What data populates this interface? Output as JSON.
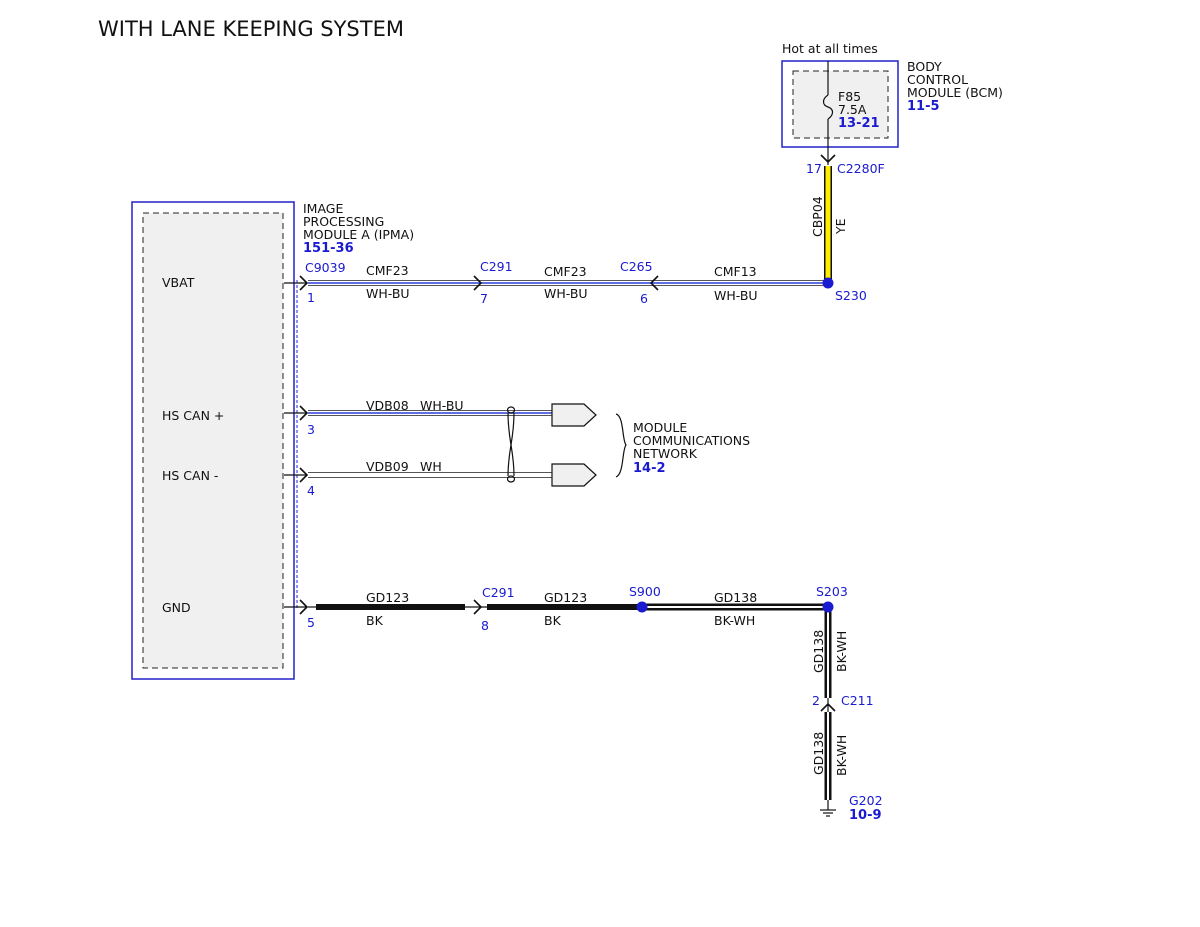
{
  "title": "WITH LANE KEEPING SYSTEM",
  "ipma": {
    "name_lines": [
      "IMAGE",
      "PROCESSING",
      "MODULE A (IPMA)"
    ],
    "ref": "151-36",
    "pins": [
      "VBAT",
      "HS CAN +",
      "HS CAN -",
      "GND"
    ]
  },
  "bcm": {
    "hot_label": "Hot at all times",
    "name_lines": [
      "BODY",
      "CONTROL",
      "MODULE (BCM)"
    ],
    "ref": "11-5",
    "fuse": "F85",
    "fuse_rating": "7.5A",
    "fuse_ref": "13-21",
    "pin": "17",
    "connector": "C2280F"
  },
  "vbat_circuit": {
    "connector": "C9039",
    "pin": "1",
    "seg1_circuit": "CMF23",
    "seg1_color": "WH-BU",
    "c291": "C291",
    "c291_pin": "7",
    "seg2_circuit": "CMF23",
    "seg2_color": "WH-BU",
    "c265": "C265",
    "c265_pin": "6",
    "seg3_circuit": "CMF13",
    "seg3_color": "WH-BU",
    "splice": "S230",
    "vertical_circuit": "CBP04",
    "vertical_color": "YE"
  },
  "can": {
    "high_pin": "3",
    "high_circuit": "VDB08",
    "high_color": "WH-BU",
    "low_pin": "4",
    "low_circuit": "VDB09",
    "low_color": "WH",
    "network_lines": [
      "MODULE",
      "COMMUNICATIONS",
      "NETWORK"
    ],
    "network_ref": "14-2"
  },
  "ground": {
    "pin": "5",
    "seg1_circuit": "GD123",
    "seg1_color": "BK",
    "c291": "C291",
    "c291_pin": "8",
    "seg2_circuit": "GD123",
    "seg2_color": "BK",
    "splice1": "S900",
    "seg3_circuit": "GD138",
    "seg3_color": "BK-WH",
    "splice2": "S203",
    "vert1_circuit": "GD138",
    "vert1_color": "BK-WH",
    "c211_pin": "2",
    "c211": "C211",
    "vert2_circuit": "GD138",
    "vert2_color": "BK-WH",
    "ground_point": "G202",
    "ground_ref": "10-9"
  },
  "colors": {
    "module_border": "#2222cc",
    "module_fill": "#f0f0f0",
    "blue_text": "#1a1ad0",
    "wire_yellow": "#ffee00",
    "wire_blue": "#2a3fd8",
    "splice_dot": "#1a1ad0"
  }
}
